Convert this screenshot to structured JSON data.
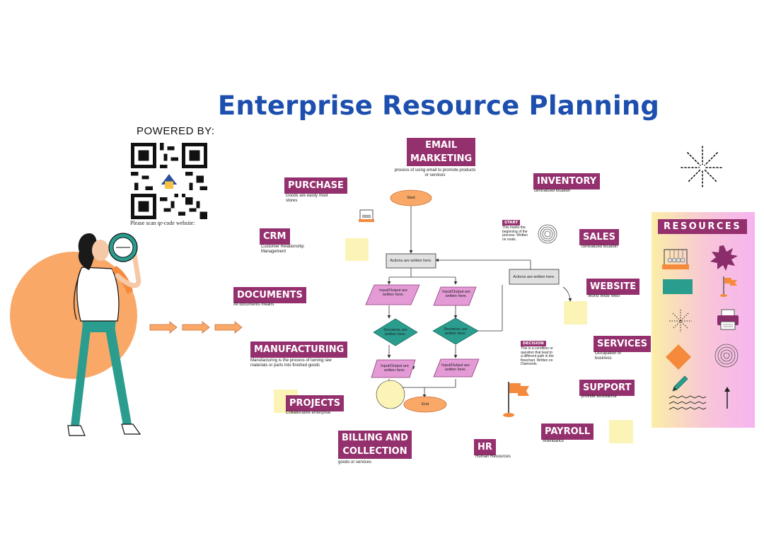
{
  "title": "Enterprise Resource Planning",
  "powered_by": "POWERED BY:",
  "scan_text": "Please scan qr-code  website:",
  "modules": {
    "email": {
      "title": "EMAIL\nMARKETING",
      "title1": "EMAIL",
      "title2": "MARKETING",
      "desc1": "process of using email to promote products",
      "desc2": "or services"
    },
    "purchase": {
      "title": "PURCHASE",
      "desc1": "Goods are easily most",
      "desc2": "stores"
    },
    "inventory": {
      "title": "INVENTORY",
      "desc": "centralized location"
    },
    "crm": {
      "title": "CRM",
      "desc1": "Customer Relationship",
      "desc2": "Management"
    },
    "sales": {
      "title": "SALES",
      "desc": "centralized location"
    },
    "documents": {
      "title": "DOCUMENTS",
      "desc": "All documents means"
    },
    "website": {
      "title": "WEBSITE",
      "desc": "World Wide Web"
    },
    "manufacturing": {
      "title": "MANUFACTURING",
      "desc1": "Manufacturing is the process of turning raw",
      "desc2": "materials or parts into finished goods"
    },
    "services": {
      "title": "SERVICES",
      "desc1": "Occupation or",
      "desc2": "business"
    },
    "projects": {
      "title": "PROJECTS",
      "desc": "Collaborative enterprise"
    },
    "support": {
      "title": "SUPPORT",
      "desc": "provide assistance"
    },
    "billing": {
      "title1": "BILLING AND",
      "title2": "COLLECTION",
      "desc": "goods or services"
    },
    "hr": {
      "title": "HR",
      "desc": "Human Resources"
    },
    "payroll": {
      "title": "PAYROLL",
      "desc": "Attendancx"
    }
  },
  "flowchart": {
    "start": "Start",
    "end": "End",
    "actions1": "Actions are written here.",
    "actions2": "Actions are written here.",
    "io1": "Input/Output are written here.",
    "io2": "Input/Output are written here.",
    "io3": "Input/Output are written here.",
    "io4": "Input/Output are written here.",
    "decision1": "Decisions are written here.",
    "decision2": "Decisions are written here."
  },
  "legend": {
    "start_label": "START",
    "start_desc1": "This marks the",
    "start_desc2": "beginning of the",
    "start_desc3": "process. Written",
    "start_desc4": "on ovals.",
    "decision_label": "DECISION",
    "decision_desc1": "This is a condition or",
    "decision_desc2": "question that lead to",
    "decision_desc3": "a different path in the",
    "decision_desc4": "flowchart. Written on",
    "decision_desc5": "Diamonds."
  },
  "resources": {
    "title": "RESOURCES",
    "icons": [
      "newtons-cradle-icon",
      "starburst-icon",
      "teal-rectangle-icon",
      "flag-icon",
      "sparkle-icon",
      "printer-icon",
      "orange-diamond-icon",
      "target-icon",
      "pen-icon",
      "arrow-up-icon",
      "wave-lines-icon"
    ]
  },
  "colors": {
    "title": "#1d4fae",
    "tag": "#95306e",
    "orange": "#f9a868",
    "teal": "#2a9d8f",
    "pink_box": "#e39ad5",
    "sticky": "#fbf4b6"
  }
}
